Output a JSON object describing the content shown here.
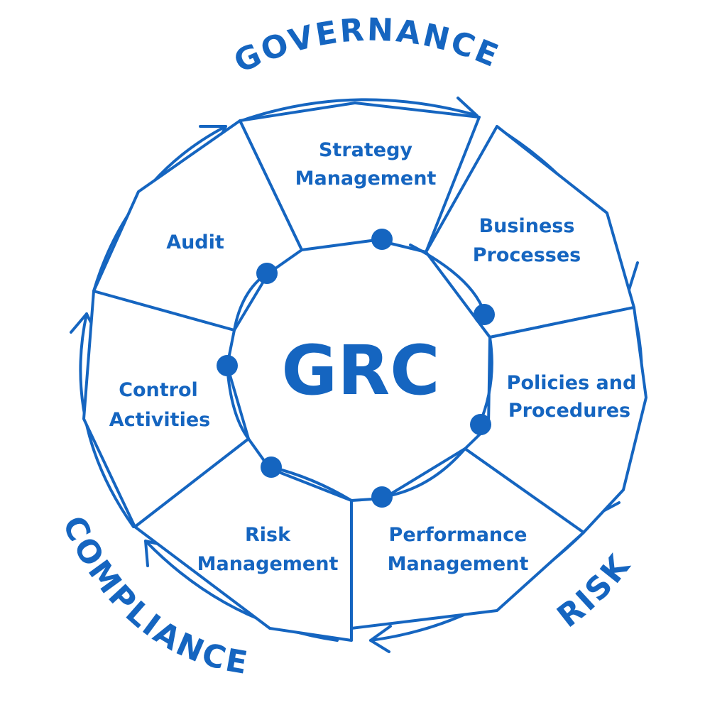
{
  "center": {
    "label": "GRC"
  },
  "outer_labels": {
    "governance": "GOVERNANCE",
    "risk": "RISK",
    "compliance": "COMPLIANCE"
  },
  "segments": [
    {
      "key": "strategy",
      "lines": [
        "Strategy",
        "Management"
      ]
    },
    {
      "key": "business",
      "lines": [
        "Business",
        "Processes"
      ]
    },
    {
      "key": "policies",
      "lines": [
        "Policies and",
        "Procedures"
      ]
    },
    {
      "key": "performance",
      "lines": [
        "Performance",
        "Management"
      ]
    },
    {
      "key": "risk-mgmt",
      "lines": [
        "Risk",
        "Management"
      ]
    },
    {
      "key": "control",
      "lines": [
        "Control",
        "Activities"
      ]
    },
    {
      "key": "audit",
      "lines": [
        "Audit"
      ]
    }
  ],
  "colors": {
    "primary": "#1565c0",
    "background": "#ffffff"
  }
}
